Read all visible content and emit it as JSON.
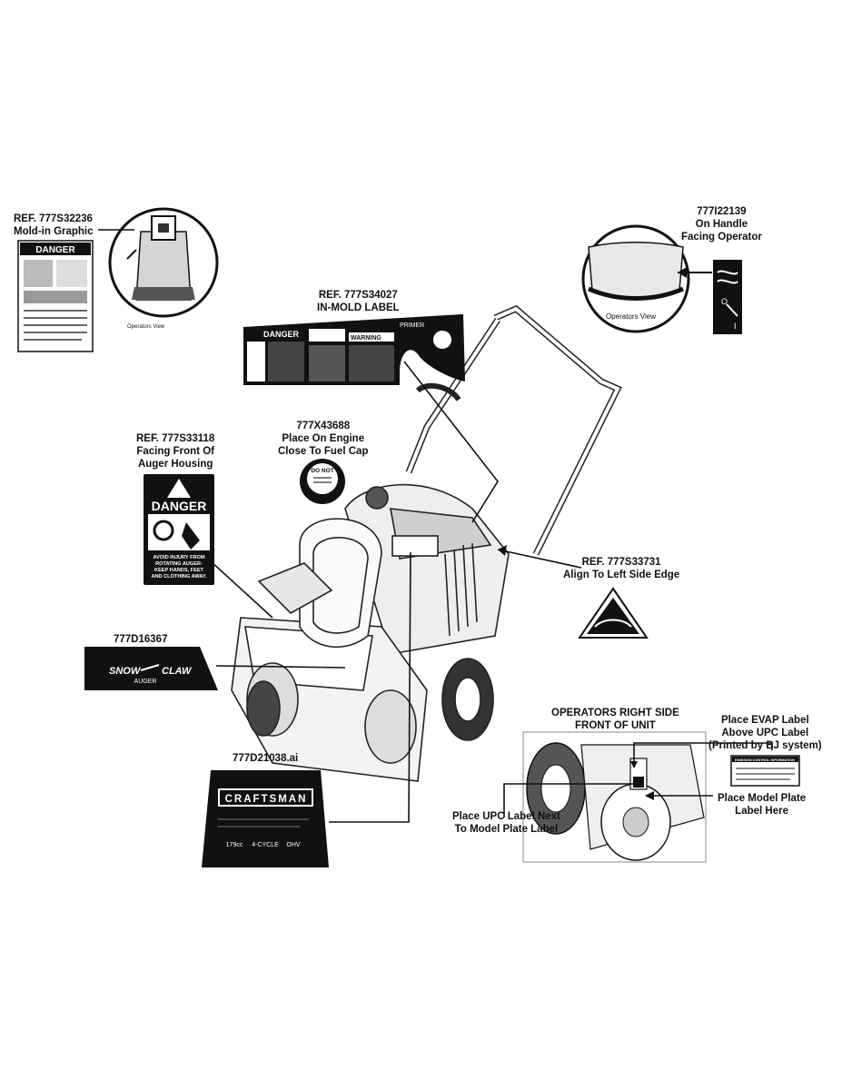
{
  "callouts": {
    "ref_32236": [
      "REF. 777S32236",
      "Mold-in Graphic"
    ],
    "label_22139": [
      "777I22139",
      "On Handle",
      "Facing Operator"
    ],
    "ref_34027": [
      "REF. 777S34027",
      "IN-MOLD LABEL"
    ],
    "label_43688": [
      "777X43688",
      "Place On Engine",
      "Close To Fuel Cap"
    ],
    "ref_33118": [
      "REF. 777S33118",
      "Facing Front Of",
      "Auger Housing"
    ],
    "ref_33731": [
      "REF. 777S33731",
      "Align To Left Side Edge"
    ],
    "label_16367": [
      "777D16367"
    ],
    "label_21038": [
      "777D21038.ai"
    ],
    "operators_side": [
      "OPERATORS RIGHT SIDE",
      "FRONT OF UNIT"
    ],
    "evap": [
      "Place EVAP Label",
      "Above UPC Label",
      "(Printed by BJ system)"
    ],
    "upc": [
      "Place UPC Label Next",
      "To Model Plate Label"
    ],
    "model_plate": [
      "Place Model Plate",
      "Label Here"
    ]
  },
  "views": {
    "operators_view_left": "Operators View",
    "operators_view_right": "Operators View"
  },
  "decals": {
    "danger_small_header": "DANGER",
    "danger_header": "DANGER",
    "danger_text": [
      "AVOID INJURY FROM",
      "ROTATING AUGER-",
      "KEEP HANDS, FEET",
      "AND CLOTHING AWAY."
    ],
    "inmold_danger": "DANGER",
    "inmold_warning": "WARNING",
    "inmold_primer": "PRIMER",
    "do_not": "DO NOT",
    "snow": "SNOW",
    "claw": "CLAW",
    "auger": "AUGER",
    "craftsman": "CRAFTSMAN",
    "engine_specs": [
      "179cc",
      "4-CYCLE",
      "OHV"
    ],
    "emission_title": "EMISSION CONTROL INFORMATION"
  }
}
